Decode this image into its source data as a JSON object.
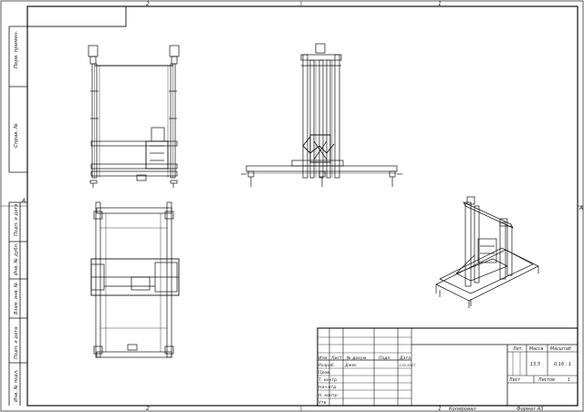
{
  "zone_markers": {
    "top": [
      "2",
      "1"
    ],
    "bottom": [
      "2",
      "1"
    ],
    "left": "A",
    "right": "A"
  },
  "side_columns": [
    "Перв. примен.",
    "Справ. №",
    "Подп. и дата",
    "Инв. № дубл.",
    "Взам. инв. №",
    "Подп. и дата",
    "Инв. № подл."
  ],
  "title_block": {
    "col_headers": [
      "Изм",
      "Лист",
      "№ докум.",
      "Подп.",
      "Дата"
    ],
    "row_labels": [
      "Разраб.",
      "Пров.",
      "Т. контр.",
      "Нач.отд.",
      "Н. контр.",
      "Утв."
    ],
    "developer": "Джес",
    "date": "1.02.2017",
    "lit_label": "Лит.",
    "mass_label": "Масса",
    "scale_label": "Масштаб",
    "mass_value": "13,5",
    "scale_value": "0,16 : 1",
    "sheet_label": "Лист",
    "sheets_label": "Листов",
    "sheets_value": "1"
  },
  "footer": {
    "copied": "Копировал",
    "format": "Формат А3"
  }
}
